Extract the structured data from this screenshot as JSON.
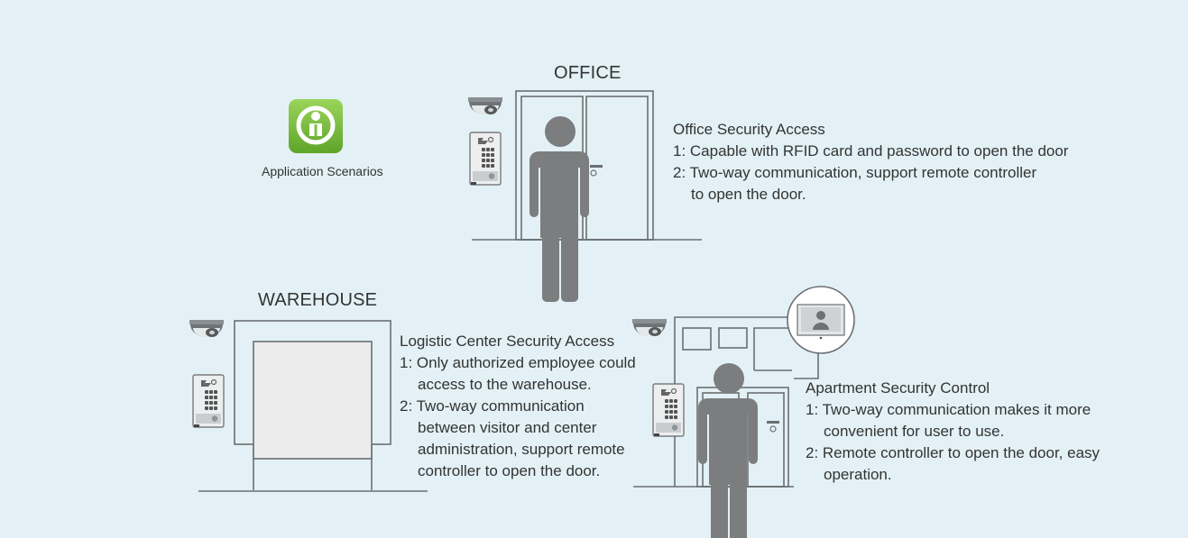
{
  "badge": {
    "label": "Application Scenarios",
    "icon": "app-logo-icon",
    "color": "#7ac142"
  },
  "office": {
    "title": "OFFICE",
    "heading": "Office Security Access",
    "lines": [
      "1: Capable with RFID card and password to open the door",
      "2: Two-way communication, support remote controller",
      "to open the door."
    ]
  },
  "warehouse": {
    "title": "WAREHOUSE",
    "heading": "Logistic Center Security Access",
    "lines": [
      "1: Only authorized employee could",
      "access to the warehouse.",
      "2: Two-way communication",
      "between visitor and center",
      "administration, support remote",
      "controller to open the door."
    ]
  },
  "apartment": {
    "heading": "Apartment Security Control",
    "lines": [
      "1: Two-way communication makes it more",
      "convenient for user to use.",
      "2: Remote controller to open the door, easy",
      "operation."
    ]
  },
  "icons": [
    "dome-camera-icon",
    "door-station-keypad-icon",
    "person-icon",
    "video-monitor-icon"
  ]
}
